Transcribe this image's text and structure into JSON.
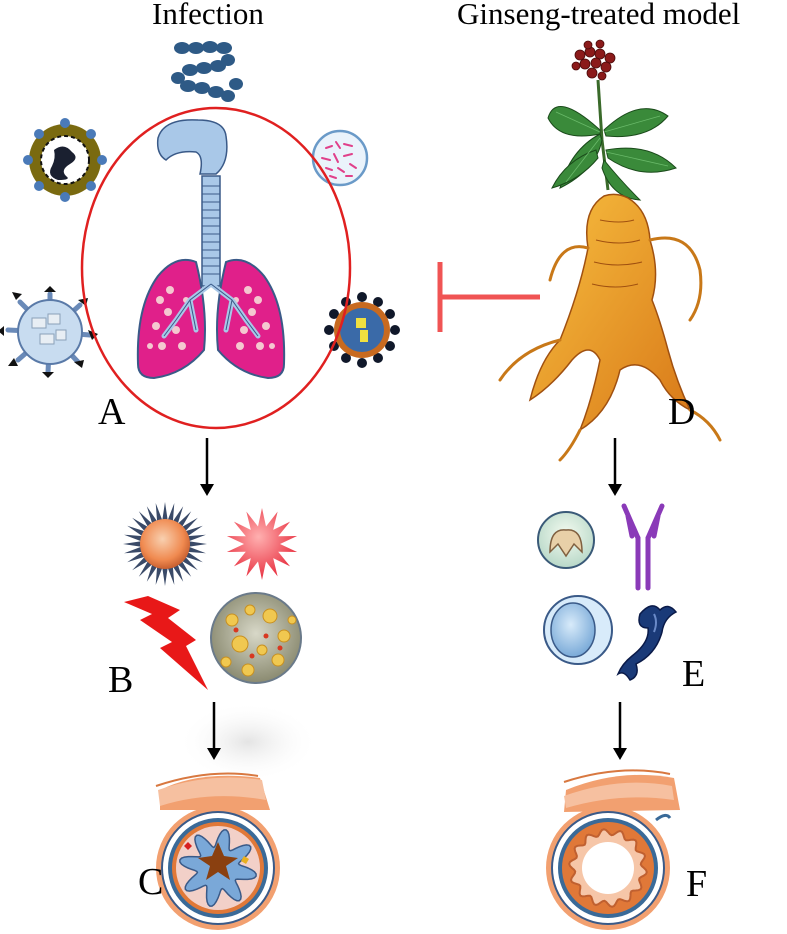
{
  "titles": {
    "left": "Infection",
    "right": "Ginseng-treated model"
  },
  "labels": {
    "a": "A",
    "b": "B",
    "c": "C",
    "d": "D",
    "e": "E",
    "f": "F"
  },
  "colors": {
    "inhibition": "#f05454",
    "ellipse": "#e02020",
    "lung": "#e0208a",
    "trachea": "#a9c8e8",
    "ginseng_root": "#f0a020",
    "leaf": "#3a8a3a",
    "berry": "#8b1a1a",
    "antibody": "#8a3ab8",
    "airway_outer": "#f2a070"
  },
  "icons": [
    "streptococcus-chain-icon",
    "virus-brown-spikes-icon",
    "bacteria-culture-icon",
    "virus-blue-icon",
    "virus-black-dots-icon",
    "lungs-icon",
    "ginseng-root-icon",
    "cytokine-orange-icon",
    "cytokine-red-icon",
    "lightning-bolt-icon",
    "cells-dish-icon",
    "macrophage-cell-icon",
    "antibody-icon",
    "lymphocyte-cell-icon",
    "bone-like-cell-icon",
    "inflamed-airway-icon",
    "healthy-airway-icon"
  ]
}
